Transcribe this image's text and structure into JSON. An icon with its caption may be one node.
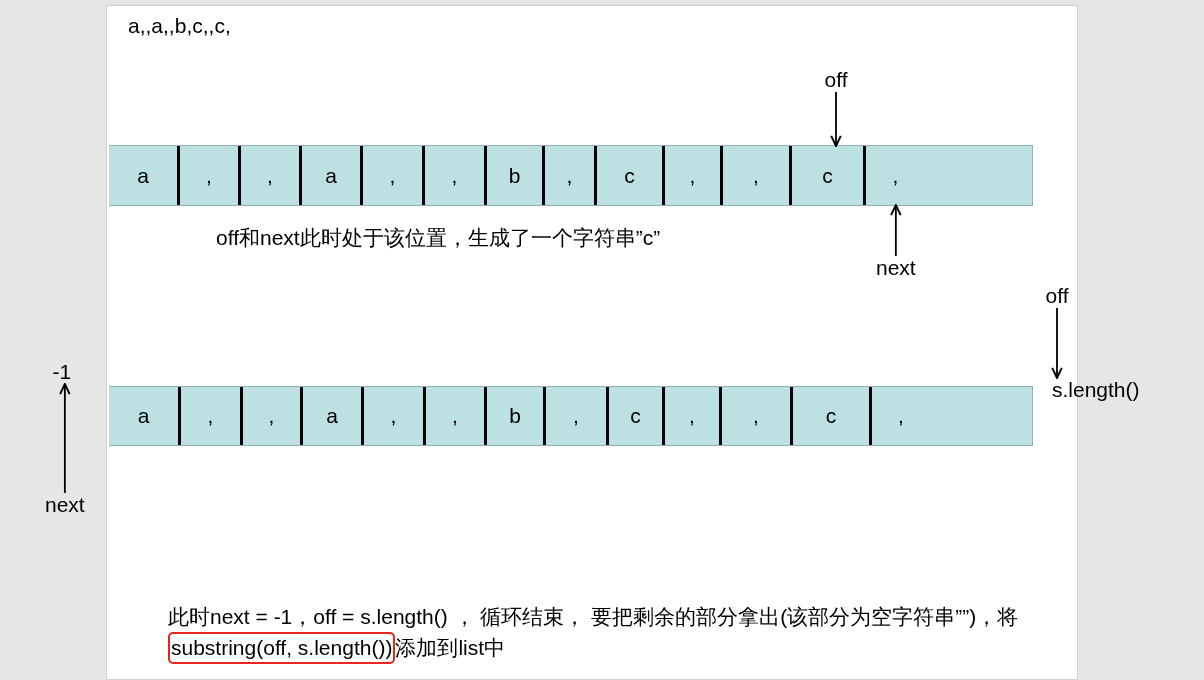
{
  "diagram": {
    "nodes": [
      {
        "text": [
          "off"
        ]
      },
      {
        "text": [],
        "shape": "bar"
      },
      {
        "text": [
          "a"
        ],
        "in": 1
      },
      {
        "text": [
          ","
        ],
        "in": 1
      },
      {
        "text": [
          ","
        ],
        "in": 1
      },
      {
        "text": [
          "a"
        ],
        "in": 1
      },
      {
        "text": [
          ","
        ],
        "in": 1
      },
      {
        "text": [
          ","
        ],
        "in": 1
      },
      {
        "text": [
          "b"
        ],
        "in": 1
      },
      {
        "text": [
          ","
        ],
        "in": 1
      },
      {
        "text": [
          "c"
        ],
        "in": 1
      },
      {
        "text": [
          ","
        ],
        "in": 1
      },
      {
        "text": [
          ","
        ],
        "in": 1
      },
      {
        "text": [
          "c"
        ],
        "in": 1
      },
      {
        "text": [
          ","
        ],
        "in": 1
      },
      {
        "text": [
          "next"
        ]
      },
      {
        "text": [
          "off"
        ]
      },
      {
        "text": [
          "-1"
        ]
      },
      {
        "text": [],
        "shape": "bar"
      },
      {
        "text": [
          "a"
        ],
        "in": 18
      },
      {
        "text": [
          ","
        ],
        "in": 18
      },
      {
        "text": [
          ","
        ],
        "in": 18
      },
      {
        "text": [
          "a"
        ],
        "in": 18
      },
      {
        "text": [
          ","
        ],
        "in": 18
      },
      {
        "text": [
          ","
        ],
        "in": 18
      },
      {
        "text": [
          "b"
        ],
        "in": 18
      },
      {
        "text": [
          ","
        ],
        "in": 18
      },
      {
        "text": [
          "c"
        ],
        "in": 18
      },
      {
        "text": [
          ","
        ],
        "in": 18
      },
      {
        "text": [
          ","
        ],
        "in": 18
      },
      {
        "text": [
          "c"
        ],
        "in": 18
      },
      {
        "text": [
          ","
        ],
        "in": 18
      },
      {
        "text": [
          "s.length()"
        ]
      },
      {
        "text": [
          "next"
        ]
      },
      {
        "text": [
          "substring(off, s.length())"
        ]
      }
    ],
    "edges": [
      {
        "from": 0,
        "to": 13,
        "arrow": "to"
      },
      {
        "from": 15,
        "to": 14,
        "arrow": "to"
      },
      {
        "from": 16,
        "to": 32,
        "arrow": "to"
      },
      {
        "from": 33,
        "to": 17,
        "arrow": "to"
      }
    ],
    "labels": [
      "a,,a,,b,c,,c,",
      "off和next此时处于该位置，生成了一个字符串”c”",
      "此时next = -1，off = s.length() ， 循环结束， 要把剩余的部分拿出(该部分为空字符串””)，将",
      "添加到list中"
    ]
  }
}
